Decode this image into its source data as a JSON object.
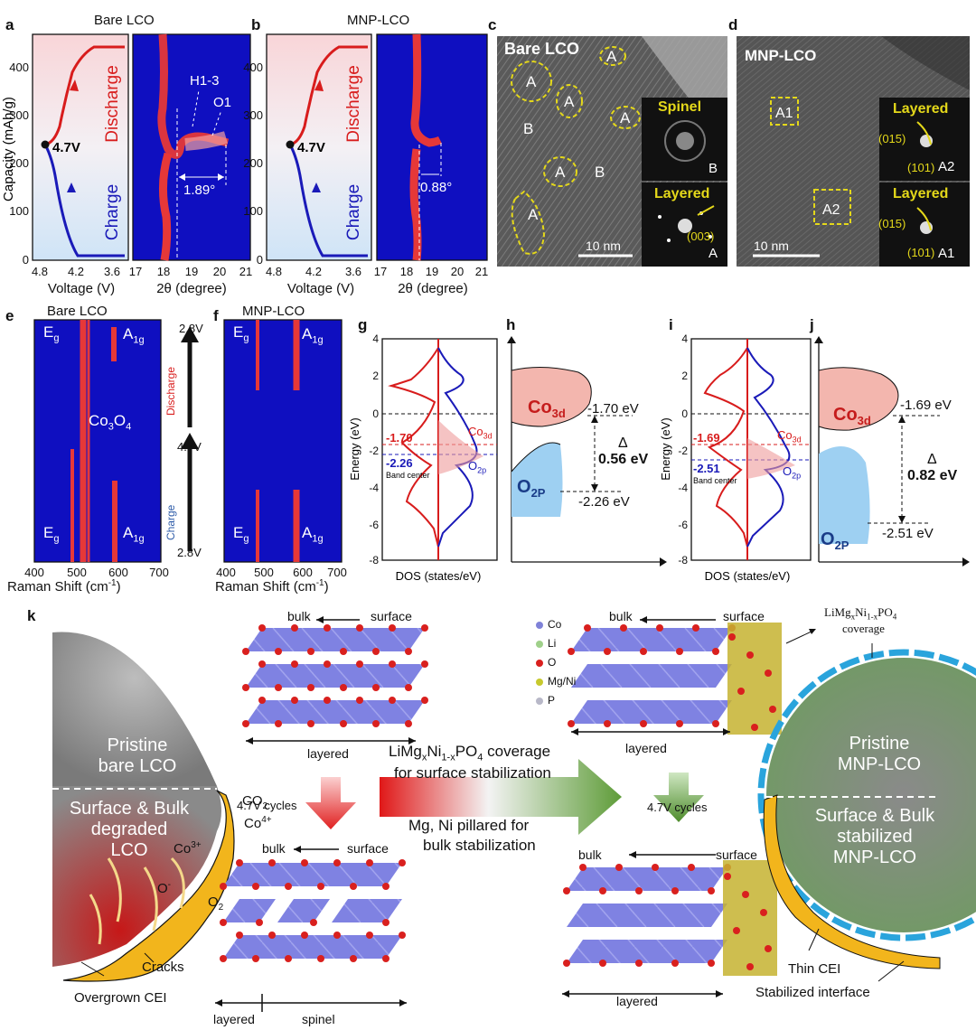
{
  "panels": {
    "a": {
      "letter": "a",
      "title": "Bare LCO",
      "ylabel": "Capacity (mAh/g)",
      "yticks": [
        "0",
        "100",
        "200",
        "300",
        "400"
      ],
      "xticks_v": [
        "4.8",
        "4.2",
        "3.6"
      ],
      "xlabel_v": "Voltage (V)",
      "xticks_t": [
        "17",
        "18",
        "19",
        "20",
        "21"
      ],
      "xlabel_t": "2θ (degree)",
      "charge": "Charge",
      "discharge": "Discharge",
      "point": "4.7V",
      "shift": "1.89°",
      "h13": "H1-3",
      "o1": "O1"
    },
    "b": {
      "letter": "b",
      "title": "MNP-LCO",
      "xticks_v": [
        "4.8",
        "4.2",
        "3.6"
      ],
      "xlabel_v": "Voltage (V)",
      "xticks_t": [
        "17",
        "18",
        "19",
        "20",
        "21"
      ],
      "xlabel_t": "2θ (degree)",
      "charge": "Charge",
      "discharge": "Discharge",
      "point": "4.7V",
      "shift": "0.88°",
      "yticks": [
        "0",
        "100",
        "200",
        "300",
        "400"
      ]
    },
    "c": {
      "letter": "c",
      "title": "Bare LCO",
      "regionA": "A",
      "regionB": "B",
      "spinel": "Spinel",
      "layered": "Layered",
      "index003": "(003)",
      "scale": "10 nm",
      "fftB": "B",
      "fftA": "A"
    },
    "d": {
      "letter": "d",
      "title": "MNP-LCO",
      "a1": "A1",
      "a2": "A2",
      "layered": "Layered",
      "i015": "(015)",
      "i101": "(101)",
      "scale": "10 nm"
    },
    "e": {
      "letter": "e",
      "title": "Bare LCO",
      "eg": "E",
      "egsub": "g",
      "a1g": "A",
      "a1gsub": "1g",
      "co3o4": "Co",
      "xticks": [
        "400",
        "500",
        "600",
        "700"
      ],
      "xlabel": "Raman Shift (cm",
      "xlabelsup": "-1",
      "close": ")"
    },
    "f": {
      "letter": "f",
      "title": "MNP-LCO",
      "xticks": [
        "400",
        "500",
        "600",
        "700"
      ],
      "xlabel": "Raman Shift (cm",
      "xlabelsup": "-1",
      "close": ")"
    },
    "arrows": {
      "top": "2.8V",
      "mid": "4.7V",
      "bottom": "2.8V",
      "discharge": "Discharge",
      "charge": "Charge"
    },
    "g": {
      "letter": "g",
      "co": "Co",
      "cosub": "3d",
      "op": "O",
      "opsub": "2p",
      "v1": "-1.70",
      "v2": "-2.26",
      "bandcenter": "Band center",
      "xlabel": "DOS (states/eV)",
      "ylabel": "Energy (eV)",
      "yticks": [
        "4",
        "2",
        "0",
        "-2",
        "-4",
        "-6",
        "-8"
      ]
    },
    "h": {
      "letter": "h",
      "co": "Co",
      "cosub": "3d",
      "o": "O",
      "osub": "2P",
      "e1": "-1.70 eV",
      "e2": "-2.26 eV",
      "delta": "Δ",
      "dval": "0.56 eV"
    },
    "i": {
      "letter": "i",
      "co": "Co",
      "cosub": "3d",
      "op": "O",
      "opsub": "2p",
      "v1": "-1.69",
      "v2": "-2.51",
      "bandcenter": "Band center",
      "xlabel": "DOS (states/eV)",
      "ylabel": "Energy (eV)",
      "yticks": [
        "4",
        "2",
        "0",
        "-2",
        "-4",
        "-6",
        "-8"
      ]
    },
    "j": {
      "letter": "j",
      "co": "Co",
      "cosub": "3d",
      "o": "O",
      "osub": "2P",
      "e1": "-1.69 eV",
      "e2": "-2.51 eV",
      "delta": "Δ",
      "dval": "0.82 eV"
    },
    "k": {
      "letter": "k",
      "bulk": "bulk",
      "surface": "surface",
      "layered": "layered",
      "spinel": "spinel",
      "pristine_bare": [
        "Pristine",
        "bare LCO"
      ],
      "degraded": [
        "Surface & Bulk",
        "degraded",
        "LCO"
      ],
      "co2": "CO",
      "co2sub": "2",
      "co4": "Co",
      "co4sup": "4+",
      "co3": "Co",
      "co3sup": "3+",
      "om": "O",
      "omsup": "-",
      "o2": "O",
      "o2sub": "2",
      "cracks": "Cracks",
      "overgrown": "Overgrown CEI",
      "cycles": "4.7V cycles",
      "coverage": "LiMg",
      "coverage_rest": "Ni",
      "coverage_end": "PO",
      "coverage_tail": " coverage",
      "coverage_line2": "for surface stabilization",
      "pillar": [
        "Mg, Ni pillared for",
        "bulk stabilization"
      ],
      "legend": [
        "Co",
        "Li",
        "O",
        "Mg/Ni",
        "P"
      ],
      "legend_colors": [
        "#7f82d8",
        "#9fd08a",
        "#d9201e",
        "#c7c92e",
        "#b8b8c8"
      ],
      "lmnp": "LiMg",
      "lmnp_end": "coverage",
      "pristine_mnp": [
        "Pristine",
        "MNP-LCO"
      ],
      "stabilized": [
        "Surface & Bulk",
        "stabilized",
        "MNP-LCO"
      ],
      "thin": "Thin CEI",
      "interface": "Stabilized interface",
      "x": "x",
      "onex": "1-x",
      "four": "4"
    }
  }
}
